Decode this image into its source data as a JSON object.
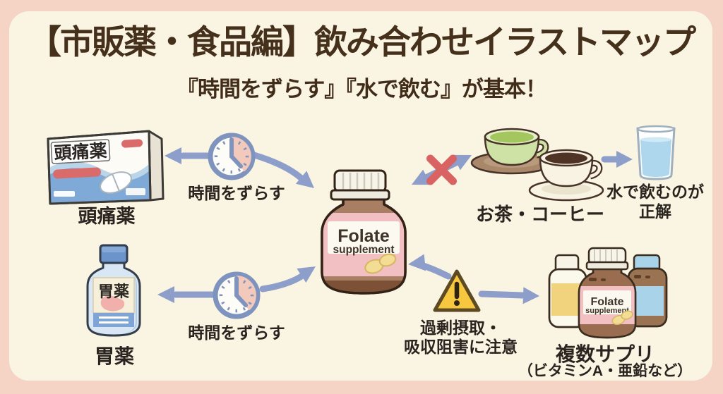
{
  "header": {
    "title": "【市販薬・食品編】飲み合わせイラストマップ",
    "subtitle": "『時間をずらす』『水で飲む』が基本！"
  },
  "center": {
    "supplement_label_line1": "Folate",
    "supplement_label_line2": "supplement"
  },
  "headache": {
    "package_label": "頭痛薬",
    "caption": "頭痛薬",
    "rule_label": "時間をずらす"
  },
  "stomach": {
    "bottle_label": "胃薬",
    "caption": "胃薬",
    "rule_label": "時間をずらす"
  },
  "beverages": {
    "caption": "お茶・コーヒー",
    "advice_line1": "水で飲むのが",
    "advice_line2": "正解"
  },
  "supplements": {
    "warning_line1": "過剰摂取・",
    "warning_line2": "吸収阻害に注意",
    "caption": "複数サプリ",
    "caption_note": "（ビタミンA・亜鉛など）",
    "mini_bottle_label_line1": "Folate",
    "mini_bottle_label_line2": "supplement"
  },
  "colors": {
    "background": "#f5d3c5",
    "card": "#faf4e2",
    "title_text": "#45301c",
    "body_text": "#29241f",
    "arrow": "#8d9ecb",
    "cross_mark": "#d96262",
    "warning_fill": "#f7c83f",
    "bottle_brown": "#a87f63",
    "label_pink": "#f2c0c2"
  }
}
